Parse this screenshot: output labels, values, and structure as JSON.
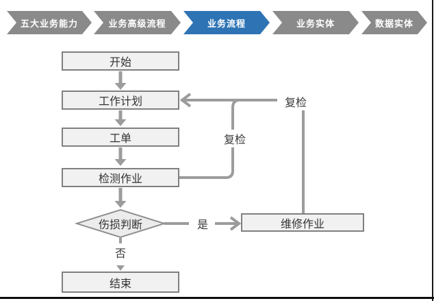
{
  "breadcrumb": {
    "items": [
      {
        "label": "五大业务能力",
        "active": false
      },
      {
        "label": "业务高级流程",
        "active": false
      },
      {
        "label": "业务流程",
        "active": true
      },
      {
        "label": "业务实体",
        "active": false
      },
      {
        "label": "数据实体",
        "active": false
      }
    ],
    "colors": {
      "inactive": "#8a8a8a",
      "active": "#2e74b5",
      "text": "#ffffff"
    }
  },
  "flowchart": {
    "nodes": {
      "start": "开始",
      "work_plan": "工作计划",
      "work_order": "工单",
      "inspection": "检测作业",
      "damage_decision": "伤损判断",
      "repair": "维修作业",
      "end": "结束"
    },
    "edge_labels": {
      "recheck_from_inspection": "复检",
      "recheck_from_repair": "复检",
      "yes": "是",
      "no": "否"
    },
    "colors": {
      "node_fill": "#f1f1f1",
      "node_border": "#7f7f7f",
      "diamond_fill": "#ececec",
      "connector": "#9c9c9c",
      "text": "#333333",
      "page_edge": "#111111"
    }
  }
}
